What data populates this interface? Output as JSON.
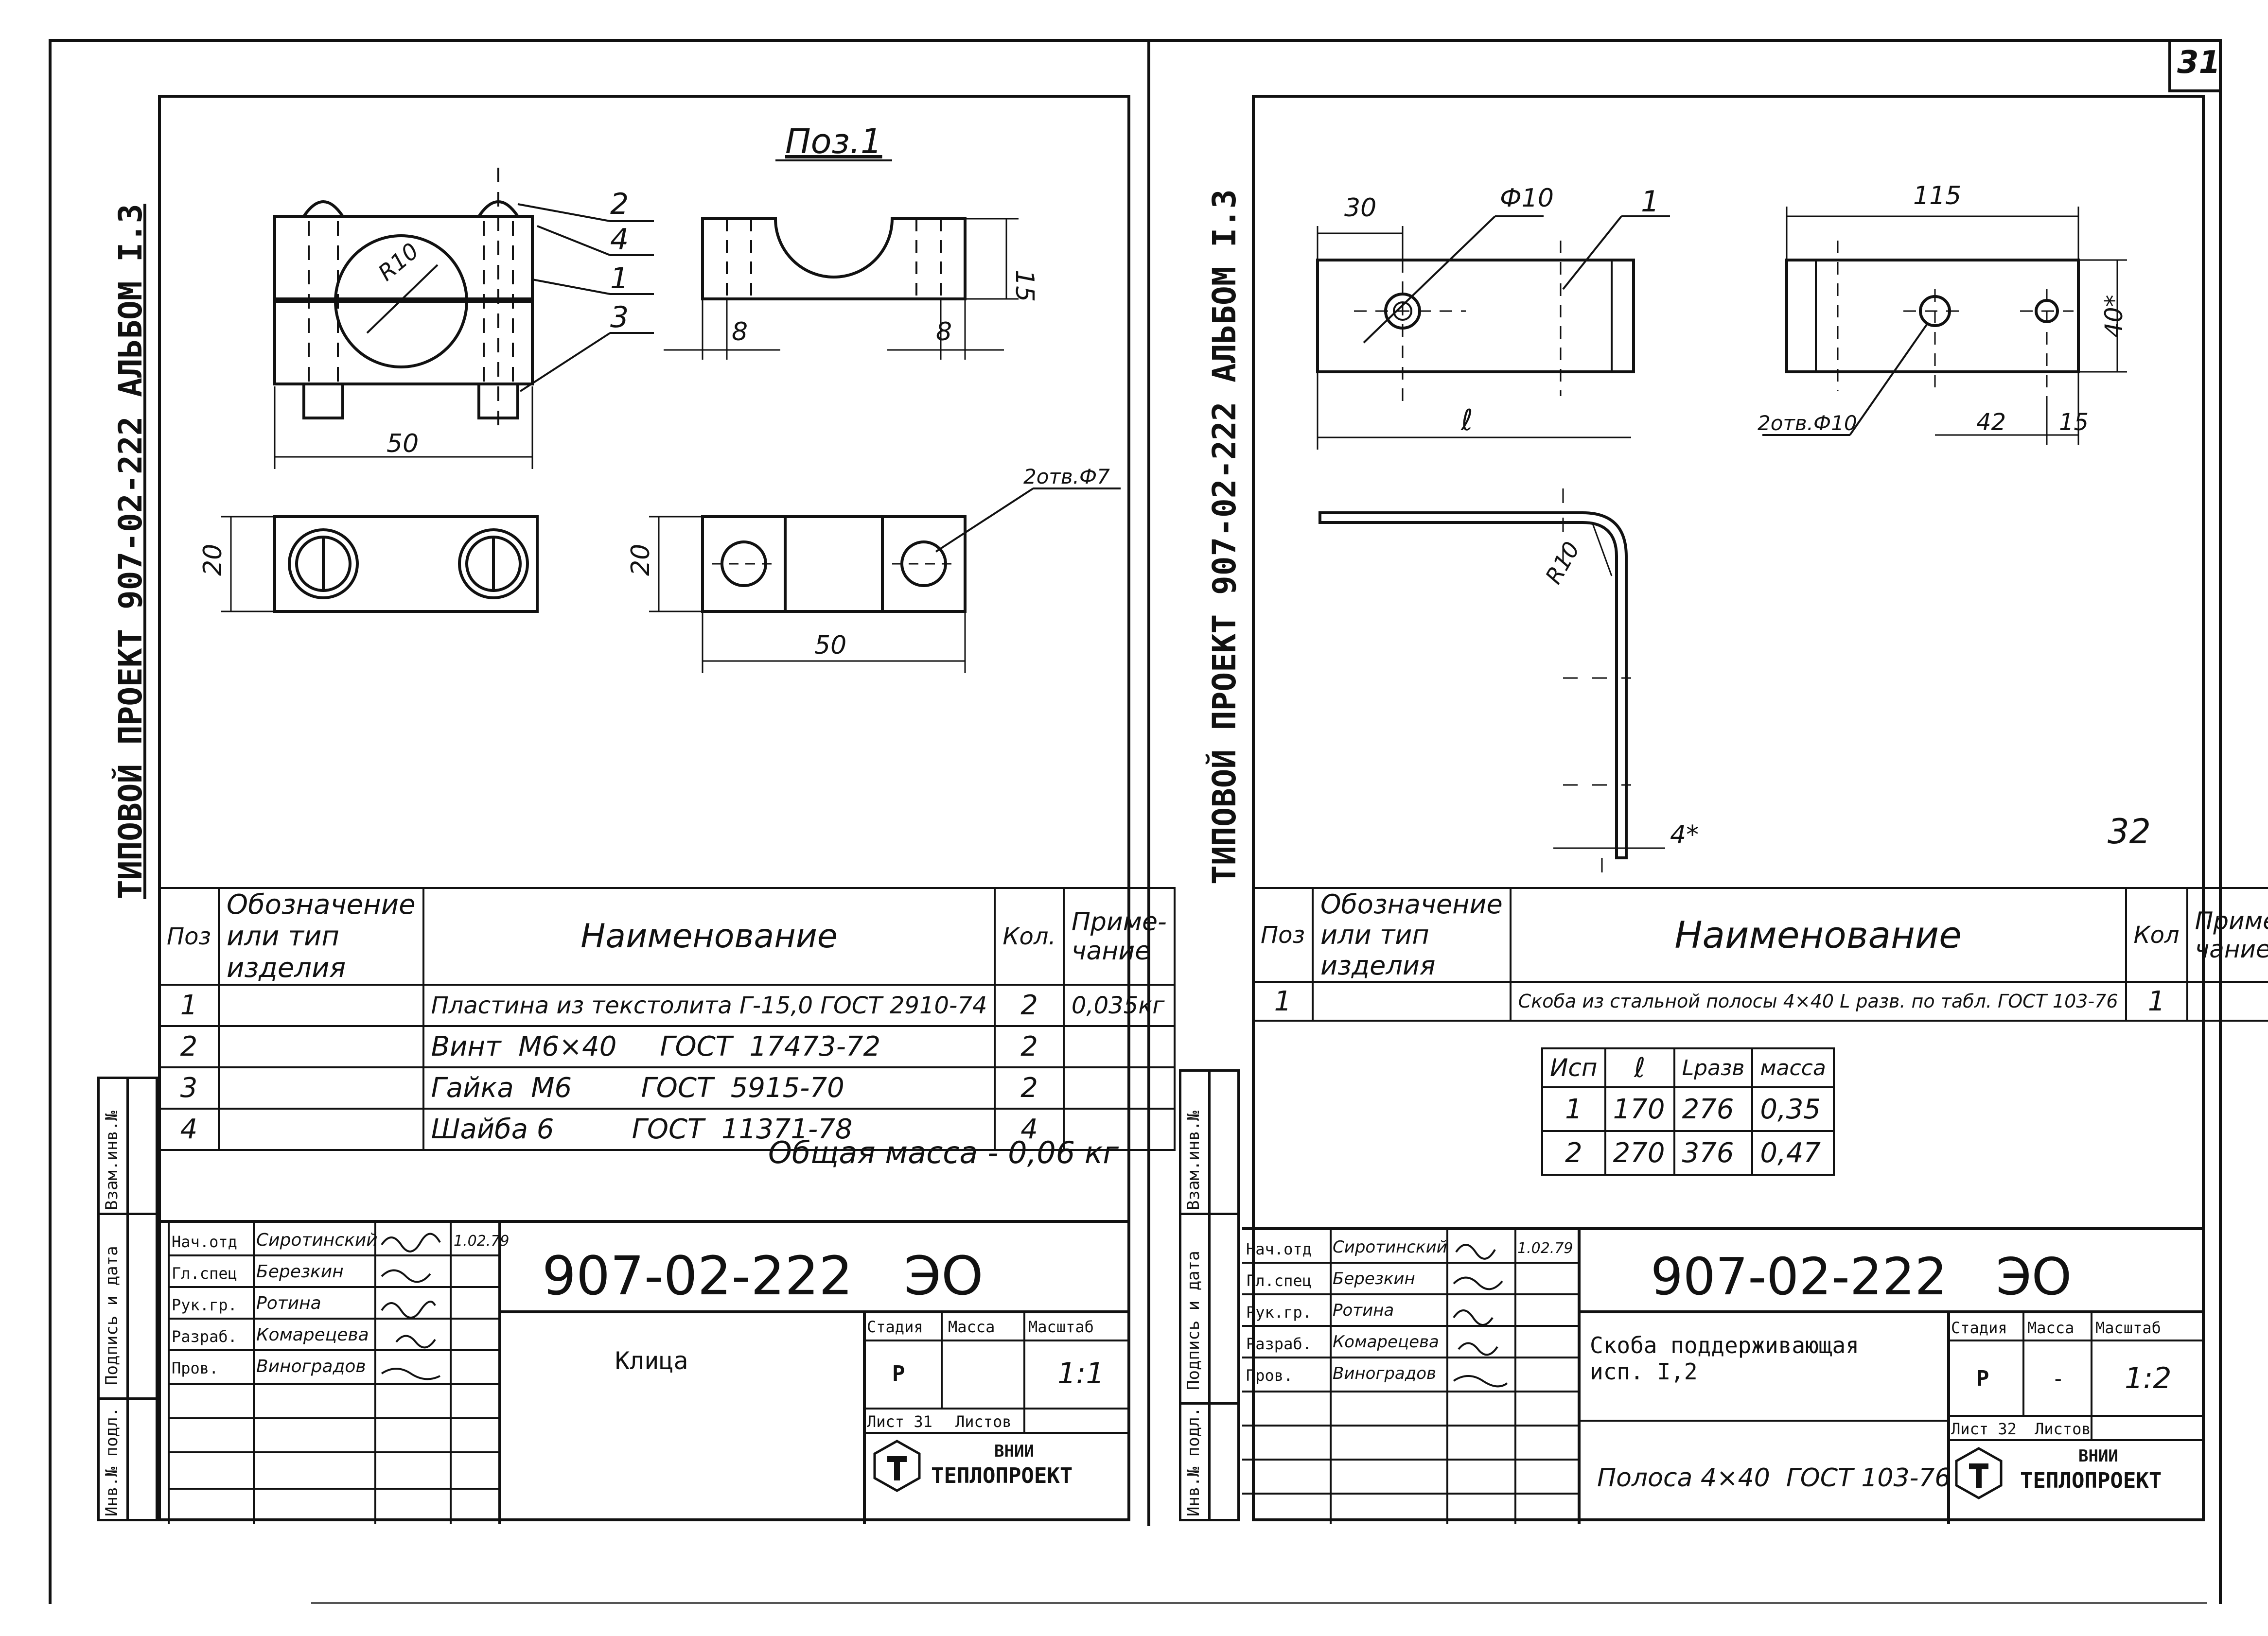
{
  "page_number": "31",
  "left_sheet": {
    "side_title": "ТИПОВОЙ ПРОЕКТ  907-02-222  АЛЬБОМ I.3",
    "pos_title": "Поз.1",
    "leaders": [
      "2",
      "4",
      "1",
      "3"
    ],
    "dims": {
      "r": "R10",
      "width_top": "50",
      "h15": "15",
      "d8a": "8",
      "d8b": "8",
      "h20a": "20",
      "h20b": "20",
      "w50b": "50",
      "holes": "2отв.Ф7"
    },
    "spec": {
      "headers": [
        "Поз",
        "Обозначение или тип изделия",
        "Наименование",
        "Кол.",
        "Приме-чание"
      ],
      "rows": [
        {
          "pos": "1",
          "desig": "",
          "name": "Пластина из текстолита Г-15,0  ГОСТ 2910-74",
          "qty": "2",
          "note": "0,035кг"
        },
        {
          "pos": "2",
          "desig": "",
          "name": "Винт  М6×40     ГОСТ  17473-72",
          "qty": "2",
          "note": ""
        },
        {
          "pos": "3",
          "desig": "",
          "name": "Гайка  М6        ГОСТ  5915-70",
          "qty": "2",
          "note": ""
        },
        {
          "pos": "4",
          "desig": "",
          "name": "Шайба 6         ГОСТ  11371-78",
          "qty": "4",
          "note": ""
        }
      ],
      "total": "Общая масса - 0,06 кг"
    },
    "side_stamps": [
      "Взам.инв.№",
      "Подпись и дата",
      "Инв.№ подл."
    ],
    "title_block": {
      "doc_code": "907-02-222   ЭО",
      "roles": [
        "Нач.отд",
        "Гл.спец",
        "Рук.гр.",
        "Разраб.",
        "Пров."
      ],
      "names": [
        "Сиротинский",
        "Березкин",
        "Ротина",
        "Комарецева",
        "Виноградов"
      ],
      "date": "1.02.79",
      "item_name": "Клица",
      "stage_label": "Стадия",
      "mass_label": "Масса",
      "scale_label": "Масштаб",
      "stage": "Р",
      "mass": "",
      "scale": "1:1",
      "sheet_label": "Лист 31",
      "sheets_label": "Листов",
      "org_top": "ВНИИ",
      "org": "ТЕПЛОПРОЕКТ"
    }
  },
  "right_sheet": {
    "side_title": "ТИПОВОЙ ПРОЕКТ  907-02-222  АЛЬБОМ I.3",
    "dims": {
      "d30": "30",
      "phi10": "Ф10",
      "lead1": "1",
      "l": "ℓ",
      "d115": "115",
      "h40": "40*",
      "holes": "2отв.Ф10",
      "d42": "42",
      "d15": "15",
      "r10": "R10",
      "t4": "4*"
    },
    "sheet_mark": "32",
    "spec": {
      "headers": [
        "Поз",
        "Обозначение или тип изделия",
        "Наименование",
        "Кол",
        "Приме-чание"
      ],
      "rows": [
        {
          "pos": "1",
          "desig": "",
          "name": "Скоба из стальной полосы 4×40 L разв. по табл. ГОСТ 103-76",
          "qty": "1",
          "note": ""
        }
      ]
    },
    "exec_table": {
      "headers": [
        "Исп",
        "ℓ",
        "Lразв",
        "масса"
      ],
      "rows": [
        [
          "1",
          "170",
          "276",
          "0,35"
        ],
        [
          "2",
          "270",
          "376",
          "0,47"
        ]
      ]
    },
    "side_stamps": [
      "Взам.инв.№",
      "Подпись и дата",
      "Инв.№ подл."
    ],
    "title_block": {
      "doc_code": "907-02-222   ЭО",
      "roles": [
        "Нач.отд",
        "Гл.спец",
        "Рук.гр.",
        "Разраб.",
        "Пров."
      ],
      "names": [
        "Сиротинский",
        "Березкин",
        "Ротина",
        "Комарецева",
        "Виноградов"
      ],
      "date": "1.02.79",
      "item_name": "Скоба поддерживающая исп. I,2",
      "material": "Полоса 4×40  ГОСТ 103-76",
      "stage_label": "Стадия",
      "mass_label": "Масса",
      "scale_label": "Масштаб",
      "stage": "Р",
      "mass": "-",
      "scale": "1:2",
      "sheet_label": "Лист 32",
      "sheets_label": "Листов",
      "org_top": "ВНИИ",
      "org": "ТЕПЛОПРОЕКТ"
    }
  }
}
